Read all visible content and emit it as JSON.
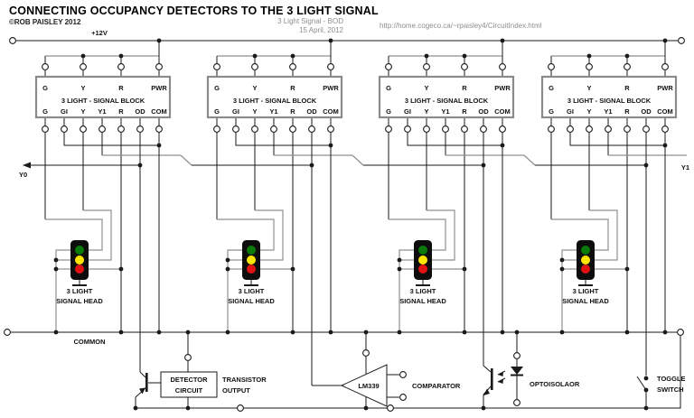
{
  "header": {
    "title": "CONNECTING OCCUPANCY DETECTORS TO THE 3 LIGHT SIGNAL",
    "copyright": "©ROB PAISLEY 2012",
    "doc_name": "3 Light Signal - BOD",
    "doc_date": "15 April, 2012",
    "url": "http://home.cogeco.ca/~rpaisley4/CircuitIndex.html"
  },
  "rails": {
    "power": "+12V",
    "common": "COMMON"
  },
  "nets": {
    "left_label": "Y0",
    "right_label": "Y1"
  },
  "signal_block": {
    "title": "3 LIGHT - SIGNAL BLOCK",
    "top_terminals": [
      "G",
      "Y",
      "R",
      "PWR"
    ],
    "bottom_terminals": [
      "G",
      "GI",
      "Y",
      "Y1",
      "R",
      "OD",
      "COM"
    ],
    "count": 4
  },
  "signal_head": {
    "line1": "3 LIGHT",
    "line2": "SIGNAL HEAD"
  },
  "detector": {
    "box_line1": "DETECTOR",
    "box_line2": "CIRCUIT",
    "note_line1": "TRANSISTOR",
    "note_line2": "OUTPUT"
  },
  "comparator": {
    "part": "LM339",
    "note": "COMPARATOR"
  },
  "optoisolator": {
    "note": "OPTOISOLAOR"
  },
  "toggle_switch": {
    "line1": "TOGGLE",
    "line2": "SWITCH"
  },
  "colors": {
    "wire": "#1a1a1a",
    "wire_alt": "#8f8f8f",
    "head_body": "#0d0d0d",
    "lamp_green": "#0b7a0b",
    "lamp_yellow": "#ffe600",
    "lamp_red": "#e01212"
  }
}
